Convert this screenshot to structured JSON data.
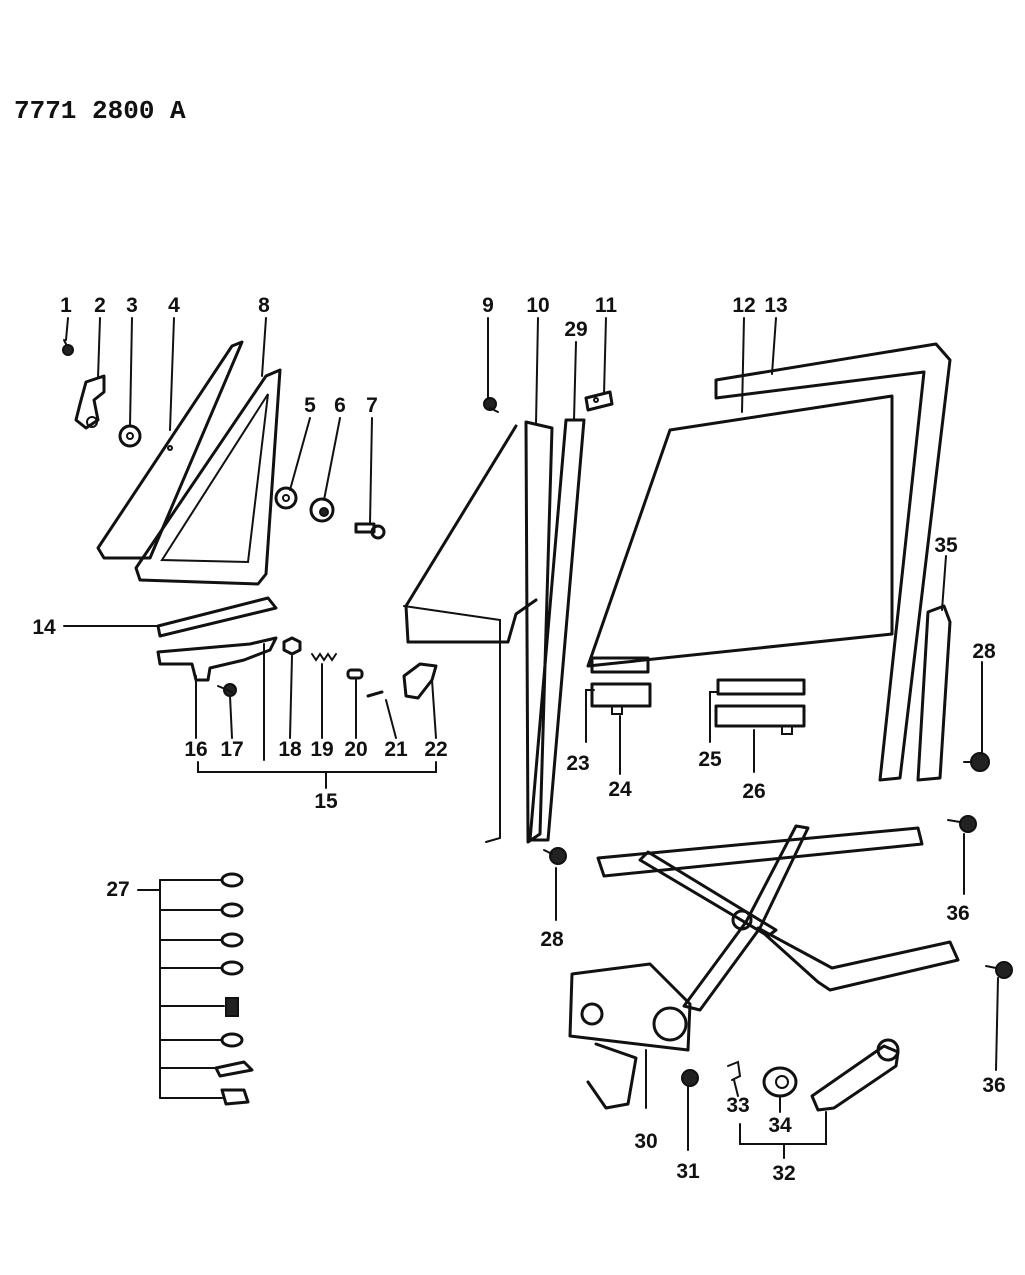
{
  "diagram_code": "7771 2800 A",
  "callouts": [
    "1",
    "2",
    "3",
    "4",
    "8",
    "5",
    "6",
    "7",
    "9",
    "10",
    "29",
    "11",
    "12",
    "13",
    "35",
    "28",
    "14",
    "16",
    "17",
    "18",
    "19",
    "20",
    "21",
    "22",
    "15",
    "23",
    "24",
    "25",
    "26",
    "27",
    "28",
    "36",
    "30",
    "31",
    "33",
    "34",
    "32",
    "36"
  ],
  "colors": {
    "ink": "#111111",
    "paper": "#ffffff"
  }
}
